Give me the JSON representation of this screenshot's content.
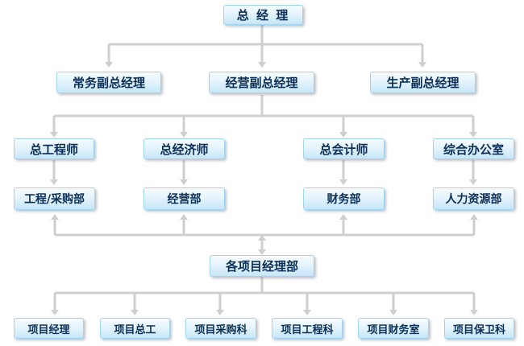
{
  "org_chart": {
    "general_manager": "总 经 理",
    "deputy_managers": [
      "常务副总经理",
      "经营副总经理",
      "生产副总经理"
    ],
    "chiefs": [
      "总工程师",
      "总经济师",
      "总会计师",
      "综合办公室"
    ],
    "departments": [
      "工程/采购部",
      "经营部",
      "财务部",
      "人力资源部"
    ],
    "project_department": "各项目经理部",
    "project_units": [
      "项目经理",
      "项目总工",
      "项目采购科",
      "项目工程科",
      "项目财务室",
      "项目保卫科"
    ]
  }
}
